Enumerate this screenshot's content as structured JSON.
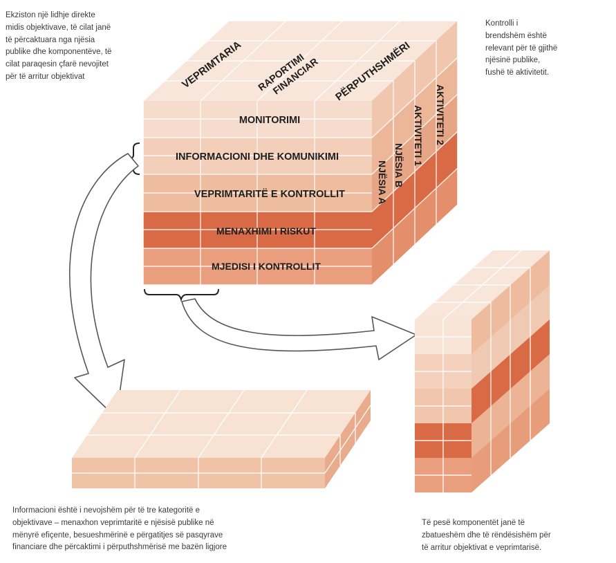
{
  "notes": {
    "top_left": "Ekziston një lidhje direkte\nmidis objektivave, të cilat janë\ntë përcaktuara nga njësia\npublike dhe komponentëve, të\ncilat paraqesin  çfarë nevojitet\npër të arritur objektivat",
    "top_right": "Kontrolli i\nbrendshëm është\nrelevant për të gjithë\nnjësinë publike,\nfushë të aktivitetit.",
    "bottom_left": "Informacioni është i nevojshëm për të tre kategoritë e\nobjektivave – menaxhon veprimtaritë e njësisë publike në\nmënyrë efiçente, besueshmërinë e përgatitjes së pasqyrave\nfinanciare dhe përcaktimi i përputhshmërisë me bazën ligjore",
    "bottom_right": "Të pesë komponentët janë të\nzbatueshëm dhe të rëndësishëm për\ntë arritur objektivat e veprimtarisë."
  },
  "cube": {
    "top_labels": [
      "VEPRIMTARIA",
      "RAPORTIMI\nFINANCIAR",
      "PËRPUTHSHMËRI"
    ],
    "front_rows": [
      {
        "label": "MONITORIMI",
        "color": "#f6dccc"
      },
      {
        "label": "INFORMACIONI DHE KOMUNIKIMI",
        "color": "#f3cfb9"
      },
      {
        "label": "VEPRIMTARITË E KONTROLLIT",
        "color": "#eebd9f"
      },
      {
        "label": "MENAXHIMI I RISKUT",
        "color": "#d86a45"
      },
      {
        "label": "MJEDISI I KONTROLLIT",
        "color": "#e99e7e"
      }
    ],
    "side_labels": [
      "NJËSIA A",
      "NJËSIA B",
      "AKTIVITETI 1",
      "AKTIVITETI 2"
    ]
  },
  "colors": {
    "top_face": "#f8e6da",
    "side_face": "#e7a183",
    "grid_line": "#ffffff",
    "arrow_fill": "#ffffff",
    "arrow_stroke": "#555555"
  }
}
